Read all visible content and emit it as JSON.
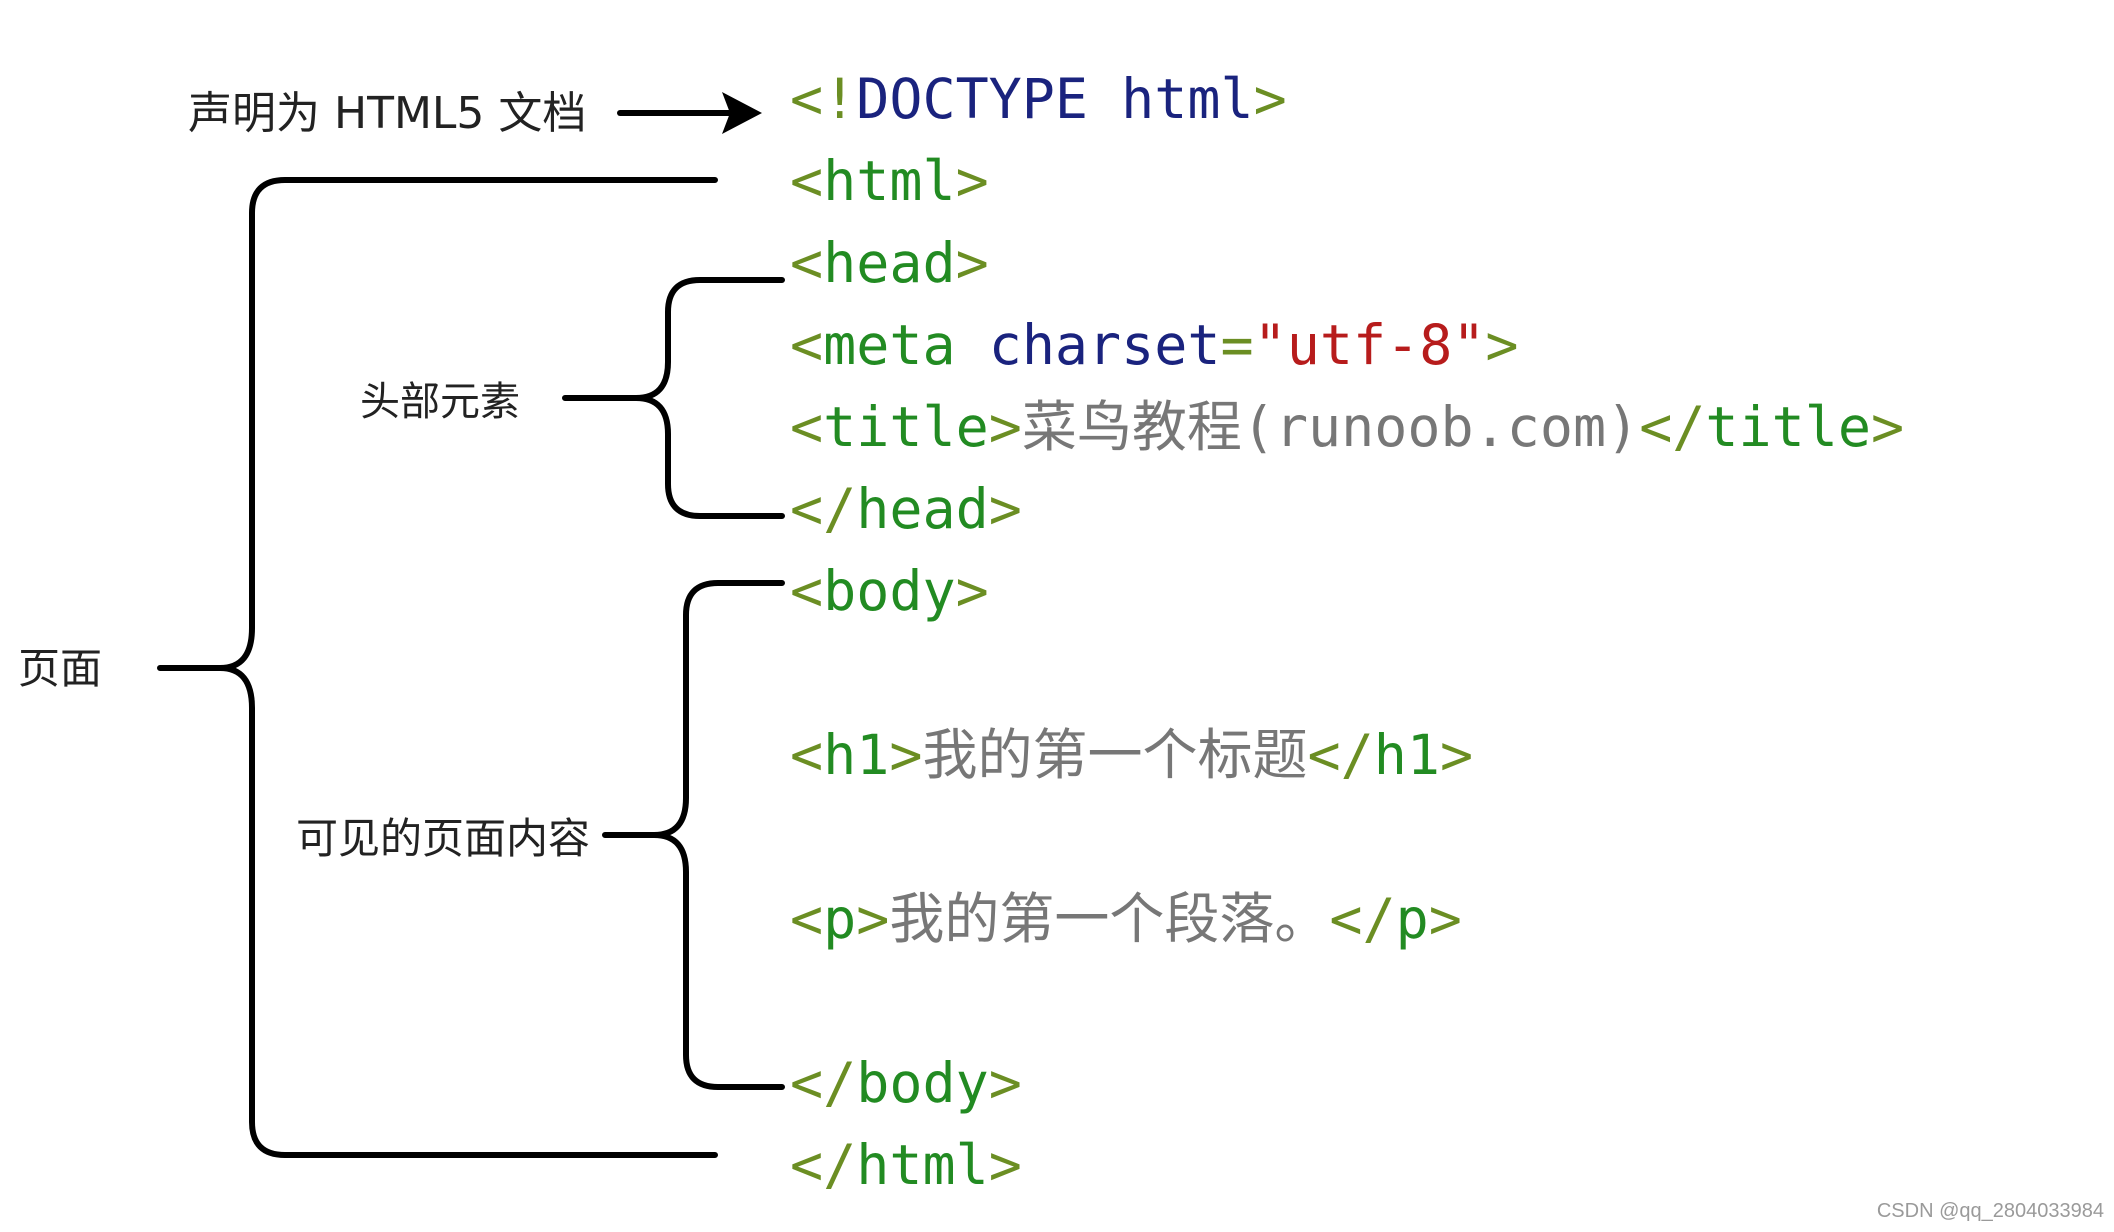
{
  "colors": {
    "bracket": "#6b8e23",
    "tag": "#228b22",
    "doctype": "#1a237e",
    "attr": "#1a237e",
    "string": "#b71c1c",
    "text": "#777777",
    "eq": "#6b8e23",
    "lines": "#000000"
  },
  "annotations": {
    "doctype_label": "声明为 HTML5 文档",
    "head_label": "头部元素",
    "body_label": "可见的页面内容",
    "page_label": "页面"
  },
  "code": {
    "doctype": {
      "open": "<!",
      "keyword": "DOCTYPE",
      "space": " ",
      "name": "html",
      "close": ">"
    },
    "html_open": {
      "open": "<",
      "name": "html",
      "close": ">"
    },
    "head_open": {
      "open": "<",
      "name": "head",
      "close": ">"
    },
    "meta": {
      "open": "<",
      "name": "meta",
      "space": " ",
      "attr": "charset",
      "eq": "=",
      "value": "\"utf-8\"",
      "close": ">"
    },
    "title": {
      "open": "<",
      "name": "title",
      "close": ">",
      "text": "菜鸟教程(runoob.com)",
      "end_open": "</",
      "end_name": "title",
      "end_close": ">"
    },
    "head_close": {
      "open": "</",
      "name": "head",
      "close": ">"
    },
    "body_open": {
      "open": "<",
      "name": "body",
      "close": ">"
    },
    "h1": {
      "open": "<",
      "name": "h1",
      "close": ">",
      "text": "我的第一个标题",
      "end_open": "</",
      "end_name": "h1",
      "end_close": ">"
    },
    "p": {
      "open": "<",
      "name": "p",
      "close": ">",
      "text": "我的第一个段落。",
      "end_open": "</",
      "end_name": "p",
      "end_close": ">"
    },
    "body_close": {
      "open": "</",
      "name": "body",
      "close": ">"
    },
    "html_close": {
      "open": "</",
      "name": "html",
      "close": ">"
    }
  },
  "watermark": "CSDN @qq_2804033984"
}
